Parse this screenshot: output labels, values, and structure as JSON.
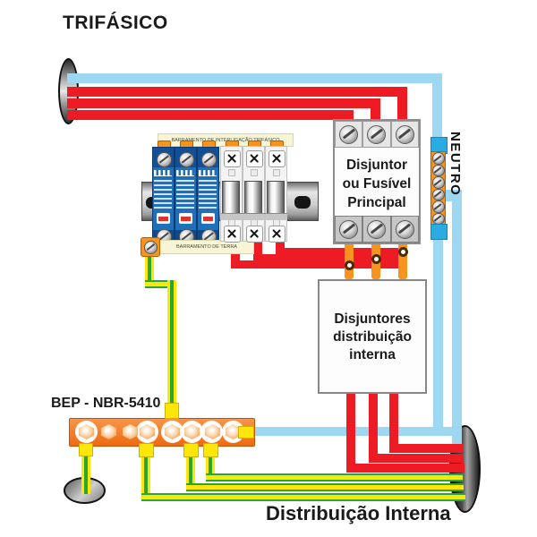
{
  "title": "TRIFÁSICO",
  "dps_panel": {
    "top_label": "BARRAMENTO DE INTERLIGAÇÃO TRIFÁSICO",
    "bottom_label": "BARRAMENTO DE TERRA"
  },
  "main_breaker": {
    "lines": [
      "Disjuntor",
      "ou Fusível",
      "Principal"
    ]
  },
  "neutral_bus": {
    "label": "NEUTRO"
  },
  "distribution_box": {
    "lines": [
      "Disjuntores",
      "distribuição",
      "interna"
    ]
  },
  "bep": {
    "label": "BEP - NBR-5410"
  },
  "footer": {
    "label": "Distribuição Interna"
  },
  "colors": {
    "phase_wire_red": "#ed1c24",
    "neutral_wire_blue": "#9dd7f1",
    "neutral_connector_blue": "#2aabe2",
    "earth_wire_yellow": "#ffe60a",
    "earth_wire_green": "#29a82f",
    "load_wire_orange": "#f7941d",
    "bep_bar_orange": "#ee6a10",
    "dps_body_blue": "#1e70ba",
    "dps_header_blue": "#134f96"
  }
}
